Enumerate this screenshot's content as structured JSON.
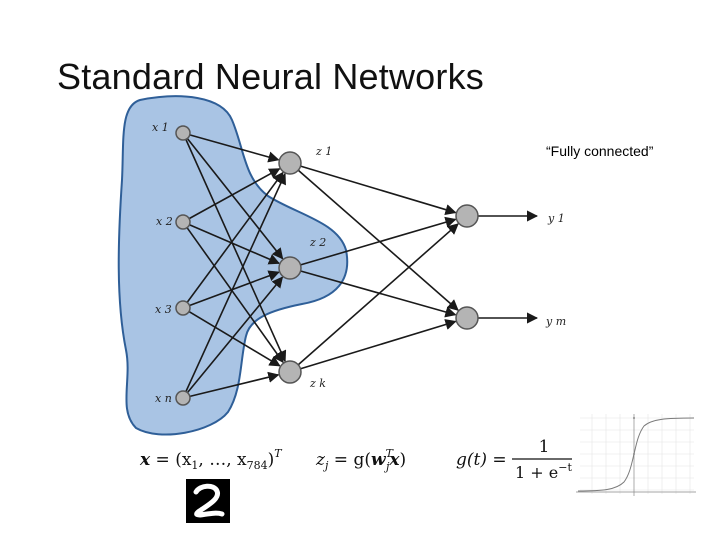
{
  "slide": {
    "title": "Standard Neural Networks",
    "annotation": "“Fully connected”"
  },
  "network": {
    "input_labels": [
      "x 1",
      "x 2",
      "x 3",
      "x n"
    ],
    "hidden_labels": [
      "z 1",
      "z 2",
      "z k"
    ],
    "output_labels": [
      "y 1",
      "y m"
    ],
    "colors": {
      "region_fill": "#a9c4e4",
      "region_stroke": "#2f5f98",
      "node_fill": "#b4b4b4",
      "node_stroke": "#555555",
      "edge": "#1a1a1a"
    }
  },
  "formulas": {
    "input_vector": {
      "lhs": "x",
      "eq": " = (x",
      "sub1": "1",
      "mid": ", …, x",
      "sub2": "784",
      "close": ")",
      "sup": "T"
    },
    "hidden_unit": {
      "lhs": "z",
      "lhs_sub": "j",
      "rhs_a": " = g(",
      "w": "w",
      "w_sup": "T",
      "w_sub": "j",
      "x": "x",
      "close": ")"
    },
    "sigmoid": {
      "lhs": "g(t) = ",
      "numerator": "1",
      "denominator": "1 + e",
      "exp": "−t"
    }
  },
  "images": {
    "digit": "handwritten-digit-two",
    "sigmoid_plot": "sigmoid-curve-plot"
  }
}
